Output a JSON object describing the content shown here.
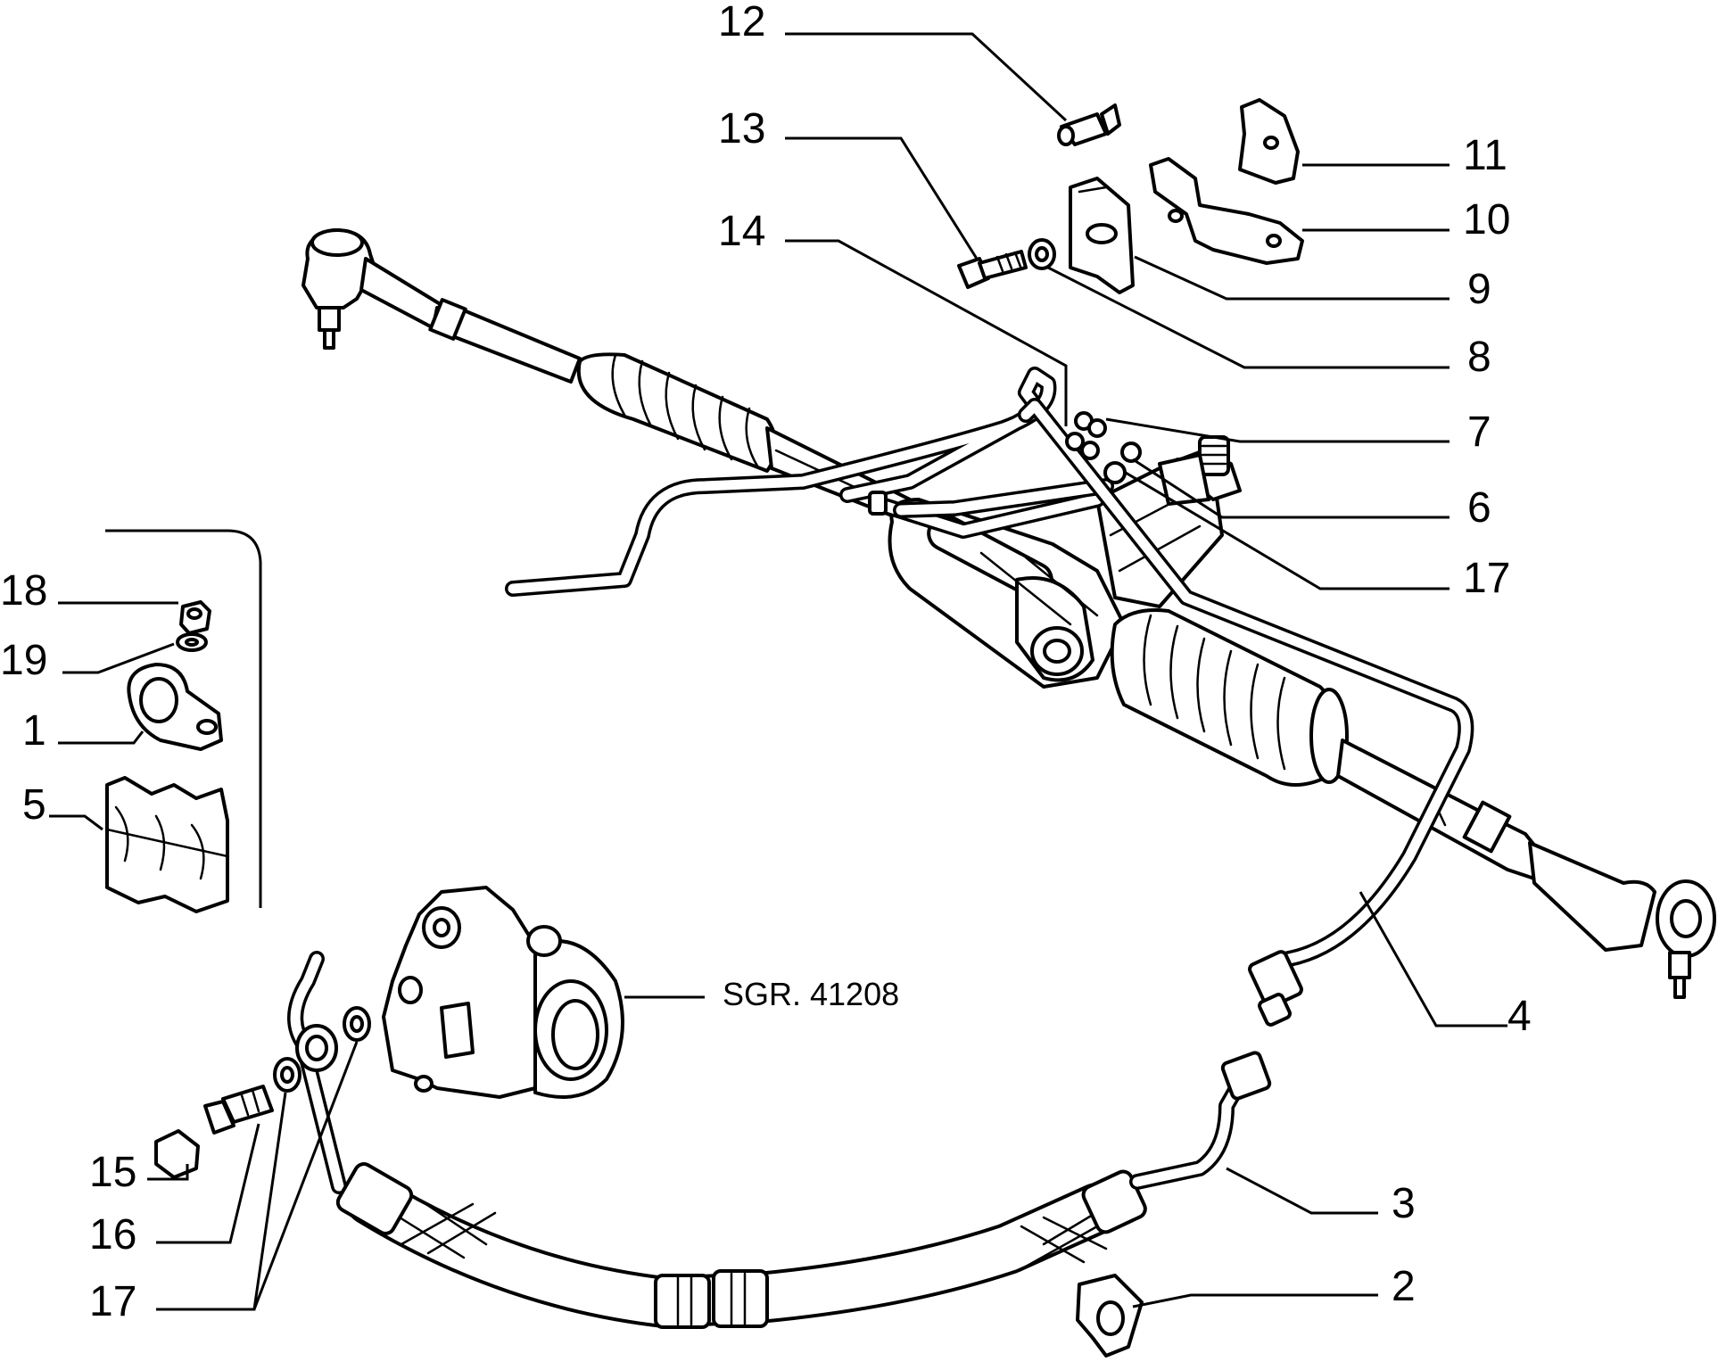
{
  "diagram": {
    "reference": "SGR. 41208",
    "callouts": [
      {
        "id": "c12",
        "label": "12"
      },
      {
        "id": "c13",
        "label": "13"
      },
      {
        "id": "c14",
        "label": "14"
      },
      {
        "id": "c11",
        "label": "11"
      },
      {
        "id": "c10",
        "label": "10"
      },
      {
        "id": "c9",
        "label": "9"
      },
      {
        "id": "c8",
        "label": "8"
      },
      {
        "id": "c7",
        "label": "7"
      },
      {
        "id": "c6",
        "label": "6"
      },
      {
        "id": "c17a",
        "label": "17"
      },
      {
        "id": "c18",
        "label": "18"
      },
      {
        "id": "c19",
        "label": "19"
      },
      {
        "id": "c1",
        "label": "1"
      },
      {
        "id": "c5",
        "label": "5"
      },
      {
        "id": "c4",
        "label": "4"
      },
      {
        "id": "c3",
        "label": "3"
      },
      {
        "id": "c2",
        "label": "2"
      },
      {
        "id": "c15",
        "label": "15"
      },
      {
        "id": "c16",
        "label": "16"
      },
      {
        "id": "c17b",
        "label": "17"
      }
    ]
  }
}
